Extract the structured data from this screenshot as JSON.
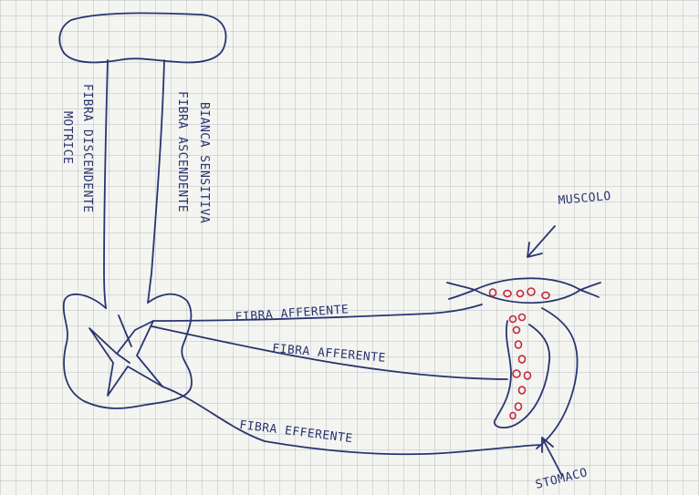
{
  "labels": {
    "fibra_discendente": "FIBRA DISCENDENTE",
    "motrice": "MOTRICE",
    "fibra_ascendente": "FIBRA ASCENDENTE",
    "bianca_sensitiva": "BIANCA SENSITIVA",
    "muscolo": "MUSCOLO",
    "fibra_afferente_1": "FIBRA AFFERENTE",
    "fibra_afferente_2": "FIBRA AFFERENTE",
    "fibra_efferente": "FIBRA EFFERENTE",
    "stomaco": "STOMACO"
  },
  "colors": {
    "ink": "#2a3570",
    "red": "#c4283a",
    "grid": "#9aa0aa"
  }
}
